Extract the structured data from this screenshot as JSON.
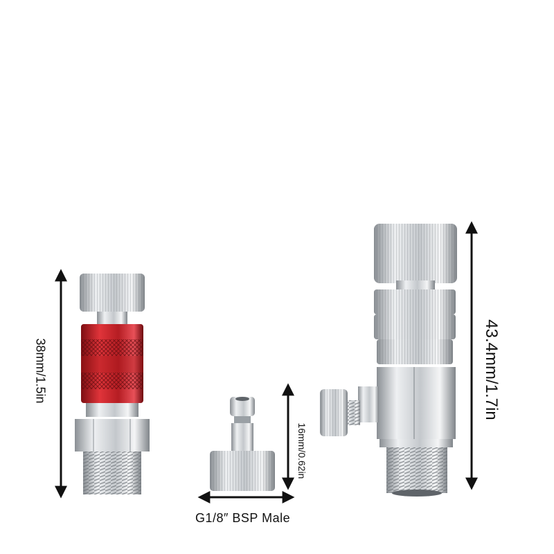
{
  "labels": {
    "connector_left_height": "38mm/1.5in",
    "connector_middle_height": "16mm/0.62in",
    "connector_middle_thread": "G1/8″ BSP  Male",
    "connector_right_height": "43.4mm/1.7in"
  },
  "colors": {
    "background": "#ffffff",
    "metal_light": "#e6e8ea",
    "metal_mid": "#b8bcc0",
    "metal_dark": "#7d8287",
    "anodized_red": "#c8242a",
    "anodized_red_dark": "#8e1217",
    "arrow": "#111111"
  }
}
